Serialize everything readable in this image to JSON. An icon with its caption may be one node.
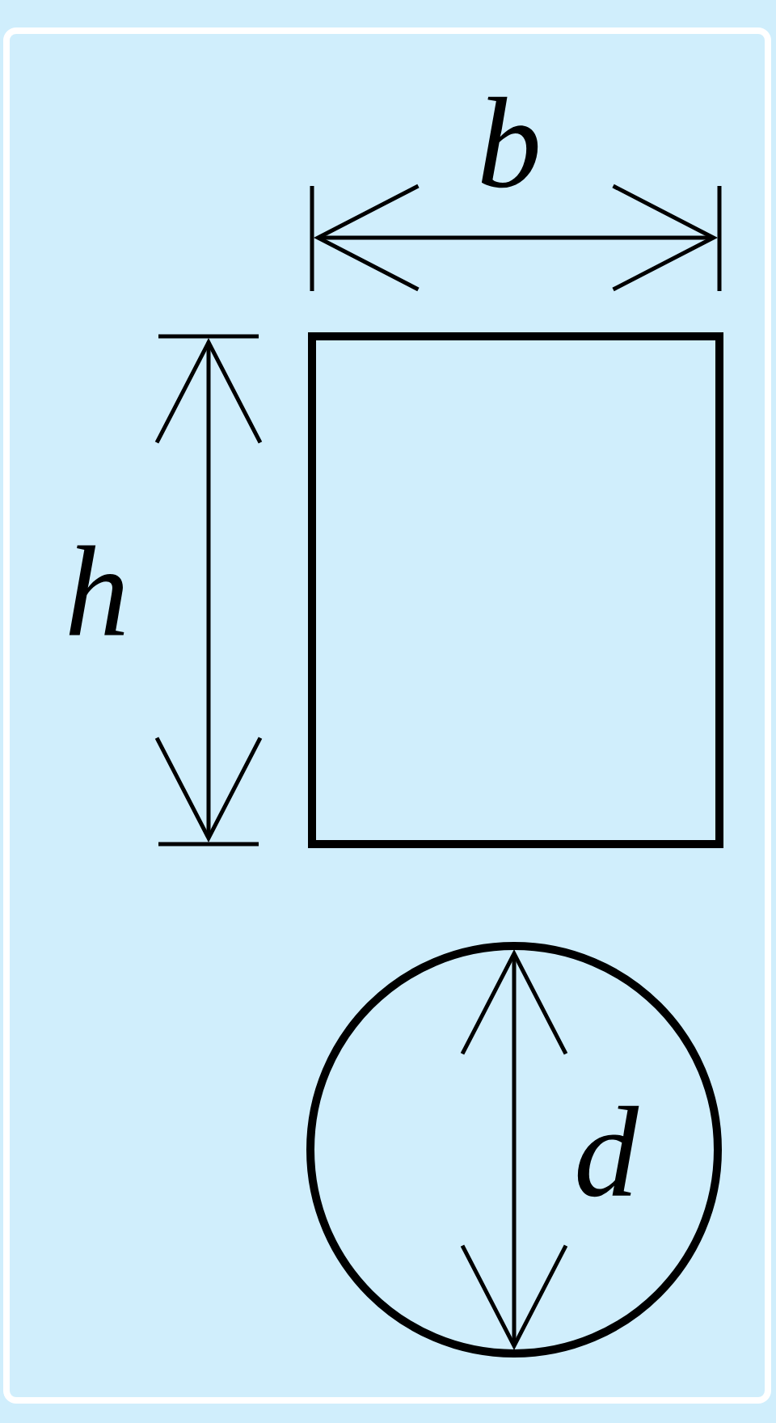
{
  "diagram": {
    "nodes": [
      {
        "text": [],
        "shape": "box"
      },
      {
        "text": [],
        "shape": "circle"
      }
    ],
    "labels": [
      "b",
      "h",
      "d"
    ]
  }
}
